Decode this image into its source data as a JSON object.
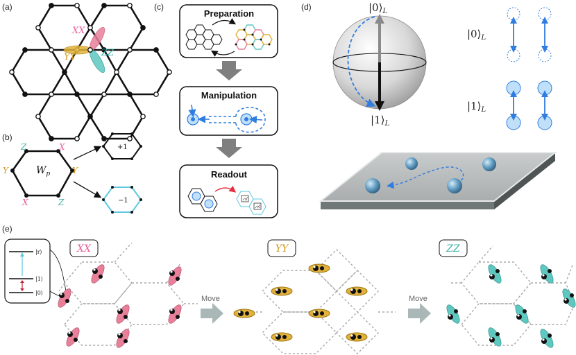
{
  "panels": {
    "a": "(a)",
    "b": "(b)",
    "c": "(c)",
    "d": "(d)",
    "e": "(e)"
  },
  "panel_a": {
    "xx": "XX",
    "yy": "YY",
    "zz": "ZZ"
  },
  "panel_b": {
    "z": "Z",
    "x_top": "X",
    "y_left": "Y",
    "y_right": "Y",
    "x_bottom": "X",
    "z_bottom": "Z",
    "center": "W",
    "center_sub": "p",
    "plus_one": "+1",
    "minus_one": "−1"
  },
  "panel_c": {
    "preparation": "Preparation",
    "manipulation": "Manipulation",
    "readout": "Readout"
  },
  "panel_d": {
    "ket0_top": "|0⟩",
    "ket1_bottom": "|1⟩",
    "ket0_right": "|0⟩",
    "ket1_right": "|1⟩",
    "subscript": "L"
  },
  "panel_e": {
    "inset_r": "|r⟩",
    "inset_1": "|1⟩",
    "inset_0": "|0⟩",
    "xx": "XX",
    "yy": "YY",
    "zz": "ZZ",
    "move1": "Move",
    "move2": "Move"
  },
  "colors": {
    "xx": "#e8809a",
    "yy": "#e2b23a",
    "zz": "#5ec8c0",
    "blue": "#2f7de0",
    "arrow_gray": "#7f7f7f"
  }
}
